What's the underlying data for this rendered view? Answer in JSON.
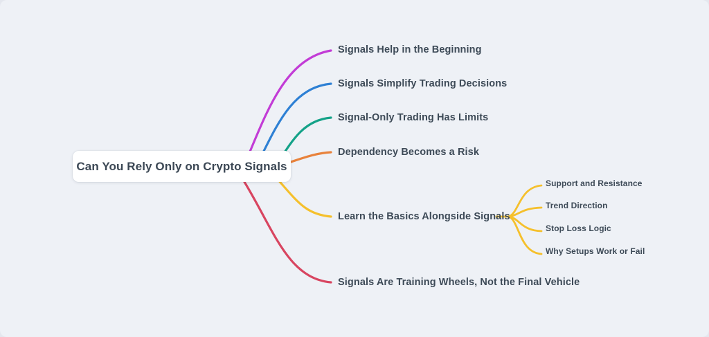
{
  "canvas": {
    "background": "#eef1f6",
    "node_background": "#ffffff",
    "text_color": "#3d4a57"
  },
  "root": {
    "label": "Can You Rely Only on Crypto Signals"
  },
  "branches": [
    {
      "label": "Signals Help in the Beginning",
      "color": "#c23cd6"
    },
    {
      "label": "Signals Simplify Trading Decisions",
      "color": "#2e80d4"
    },
    {
      "label": "Signal-Only Trading Has Limits",
      "color": "#14a288"
    },
    {
      "label": "Dependency Becomes a Risk",
      "color": "#e8823b"
    },
    {
      "label": "Learn the Basics Alongside Signals",
      "color": "#f5c02c",
      "children": [
        {
          "label": "Support and Resistance"
        },
        {
          "label": "Trend Direction"
        },
        {
          "label": "Stop Loss Logic"
        },
        {
          "label": "Why Setups Work or Fail"
        }
      ]
    },
    {
      "label": "Signals Are Training Wheels, Not the Final Vehicle",
      "color": "#d84560"
    }
  ]
}
